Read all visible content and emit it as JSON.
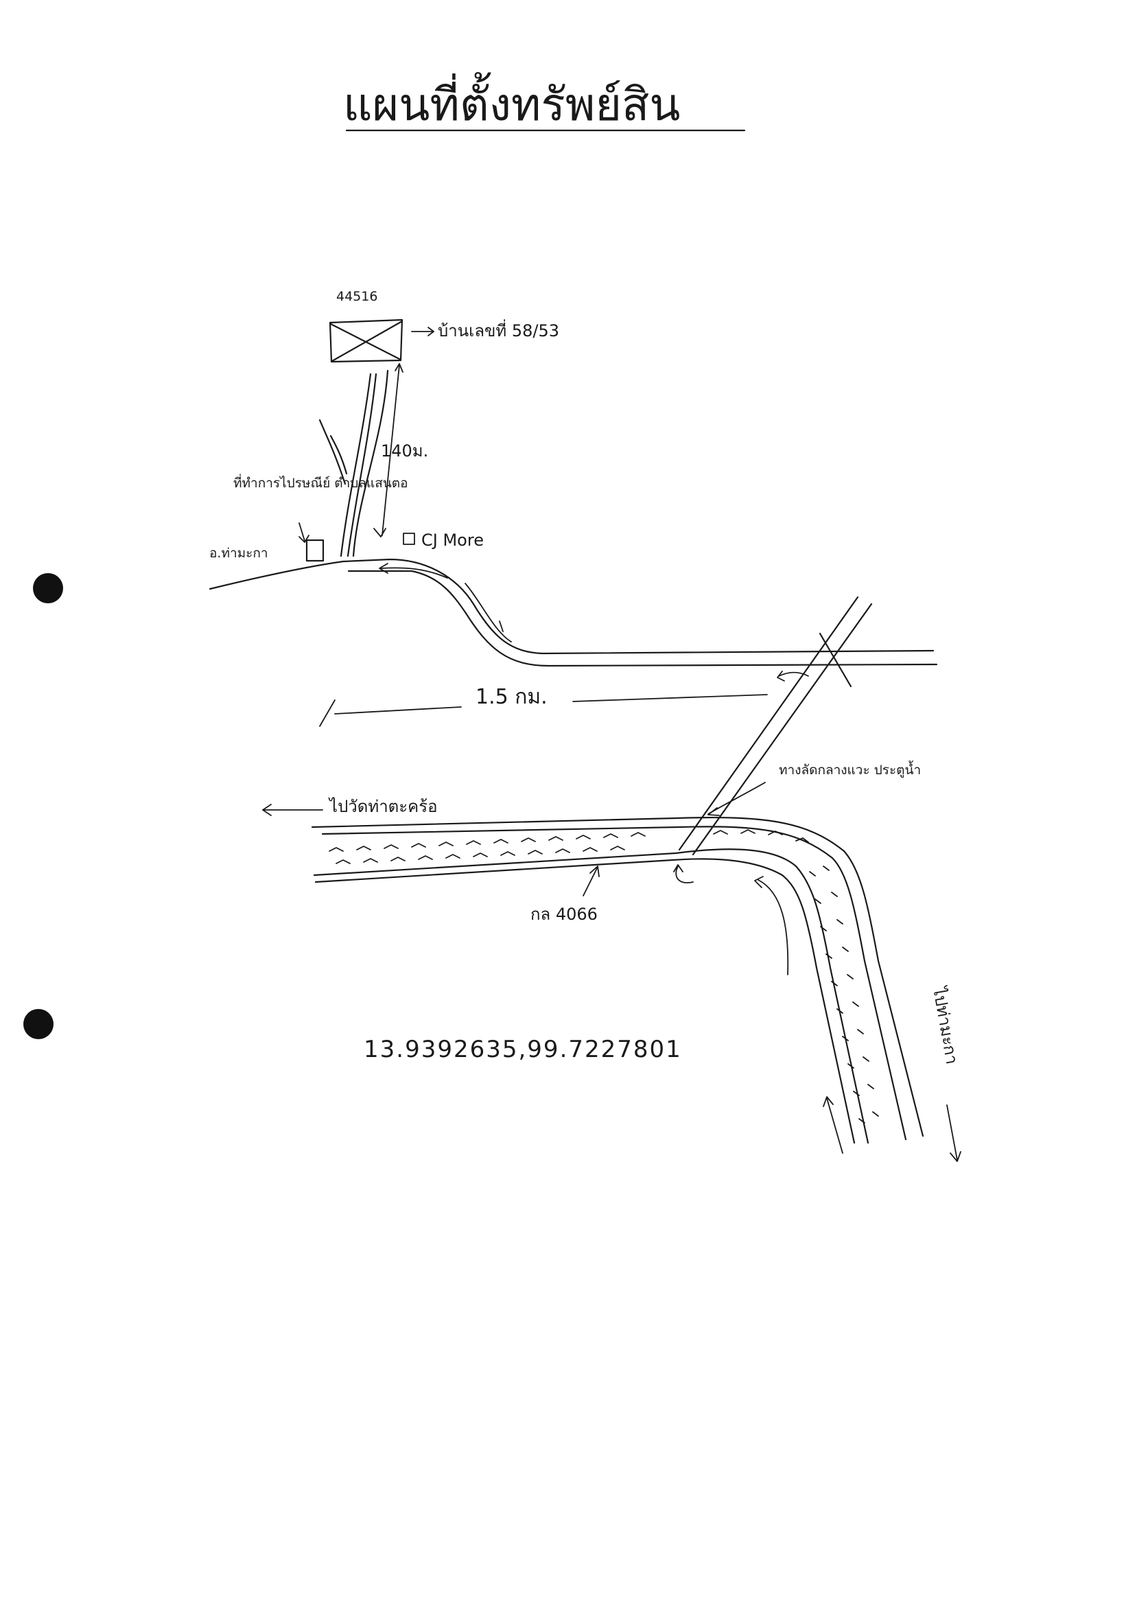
{
  "title": "แผนที่ตั้งทรัพย์สิน",
  "labels": {
    "parcel_number": "44516",
    "house_number": "บ้านเลขที่ 58/53",
    "distance_140m": "140ม.",
    "office_name": "ที่ทำการไปรษณีย์ ตำบลแสนตอ",
    "office_district": "อ.ท่ามะกา",
    "store": "CJ More",
    "distance_1_5km": "1.5 กม.",
    "to_left": "ไปวัดท่าตะคร้อ",
    "bridge_note": "ทางลัดกลางแวะ ประตูน้ำ",
    "road_number": "กล 4066",
    "to_right": "ไปท่ามะกา",
    "coordinates": "13.9392635,99.7227801"
  },
  "icons": {
    "parcel": "property-box-icon",
    "office": "post-office-building-icon",
    "store": "store-square-icon",
    "holes": "binder-hole-icon"
  }
}
